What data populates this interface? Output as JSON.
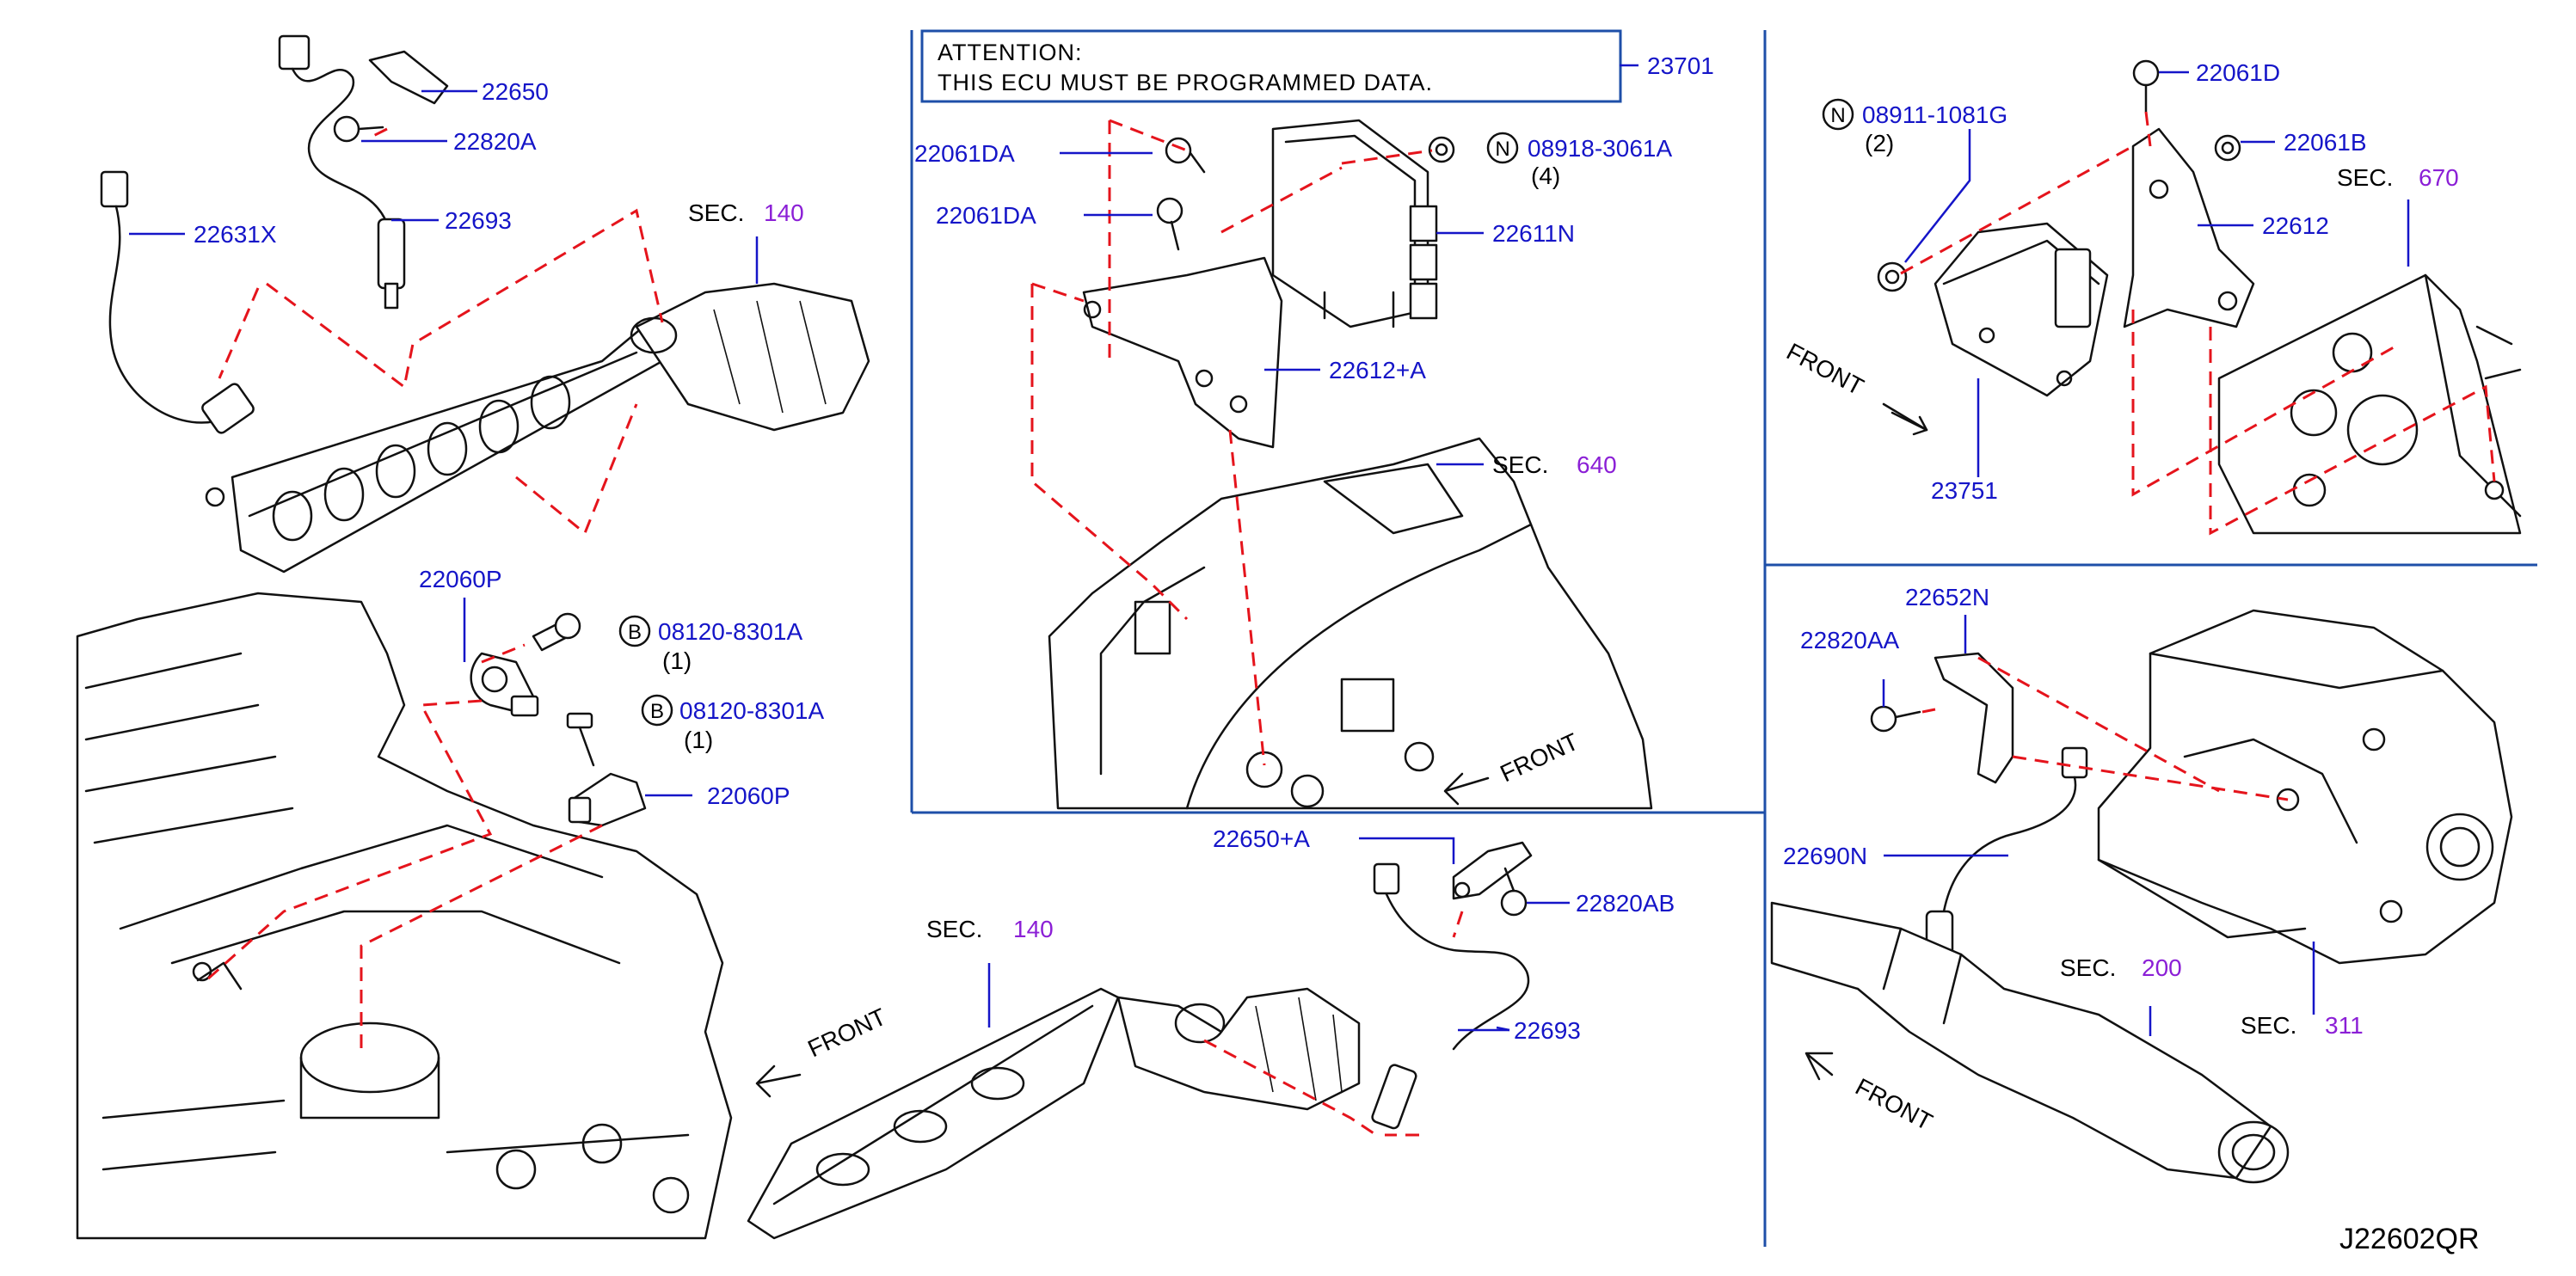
{
  "attention": {
    "line1": "ATTENTION:",
    "line2": "THIS   ECU   MUST   BE   PROGRAMMED   DATA."
  },
  "labels": {
    "p22650": "22650",
    "p22820A": "22820A",
    "p22631X": "22631X",
    "p22693a": "22693",
    "sec140a": "SEC.",
    "sec140a_num": "140",
    "p22060Pa": "22060P",
    "p22060Pb": "22060P",
    "p08120a": "08120-8301A",
    "p08120a_qty": "(1)",
    "p08120b": "08120-8301A",
    "p08120b_qty": "(1)",
    "p23701": "23701",
    "p22061DAa": "22061DA",
    "p22061DAb": "22061DA",
    "p08918": "08918-3061A",
    "p08918_qty": "(4)",
    "p22611N": "22611N",
    "p22612A": "22612+A",
    "sec640": "SEC.",
    "sec640_num": "640",
    "front_mid": "FRONT",
    "p22061D": "22061D",
    "p08911": "08911-1081G",
    "p08911_qty": "(2)",
    "p22061B": "22061B",
    "sec670": "SEC.",
    "sec670_num": "670",
    "p22612": "22612",
    "front_right": "FRONT",
    "p23751": "23751",
    "p22652N": "22652N",
    "p22820AA": "22820AA",
    "p22690N": "22690N",
    "sec200": "SEC.",
    "sec200_num": "200",
    "sec311": "SEC.",
    "sec311_num": "311",
    "front_br": "FRONT",
    "p22650A": "22650+A",
    "p22820AB": "22820AB",
    "sec140b": "SEC.",
    "sec140b_num": "140",
    "p22693b": "22693",
    "front_left": "FRONT",
    "diagram_code": "J22602QR"
  },
  "symbols": {
    "b1": "B",
    "b2": "B",
    "n1": "N",
    "n2": "N"
  },
  "colors": {
    "part_number": "#1515c8",
    "section_number": "#8b1fd6",
    "dashed_line": "#e5141c",
    "frame": "#1e4fa8"
  }
}
